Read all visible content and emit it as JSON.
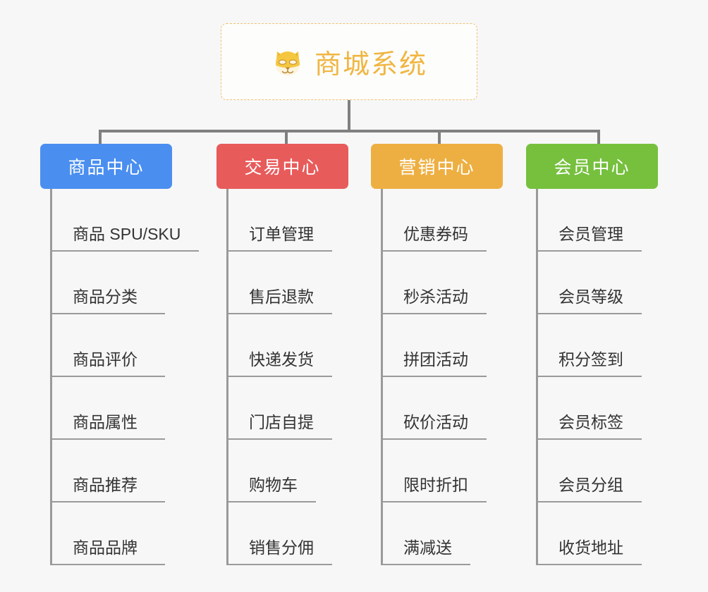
{
  "diagram": {
    "background_color": "#f7f7f7",
    "connector_color": "#808080",
    "leaf_line_color": "#9a9a9a",
    "root": {
      "icon": "shiba-dog-face-emoji",
      "title": "商城系统",
      "title_color": "#f0b642",
      "border_color": "#f0c070"
    },
    "columns": [
      {
        "id": "product-center",
        "header": "商品中心",
        "color": "#4a8ef0",
        "items": [
          "商品 SPU/SKU",
          "商品分类",
          "商品评价",
          "商品属性",
          "商品推荐",
          "商品品牌"
        ]
      },
      {
        "id": "trade-center",
        "header": "交易中心",
        "color": "#e85b5b",
        "items": [
          "订单管理",
          "售后退款",
          "快递发货",
          "门店自提",
          "购物车",
          "销售分佣"
        ]
      },
      {
        "id": "marketing-center",
        "header": "营销中心",
        "color": "#eeaf42",
        "items": [
          "优惠券码",
          "秒杀活动",
          "拼团活动",
          "砍价活动",
          "限时折扣",
          "满减送"
        ]
      },
      {
        "id": "member-center",
        "header": "会员中心",
        "color": "#76c03e",
        "items": [
          "会员管理",
          "会员等级",
          "积分签到",
          "会员标签",
          "会员分组",
          "收货地址"
        ]
      }
    ]
  }
}
